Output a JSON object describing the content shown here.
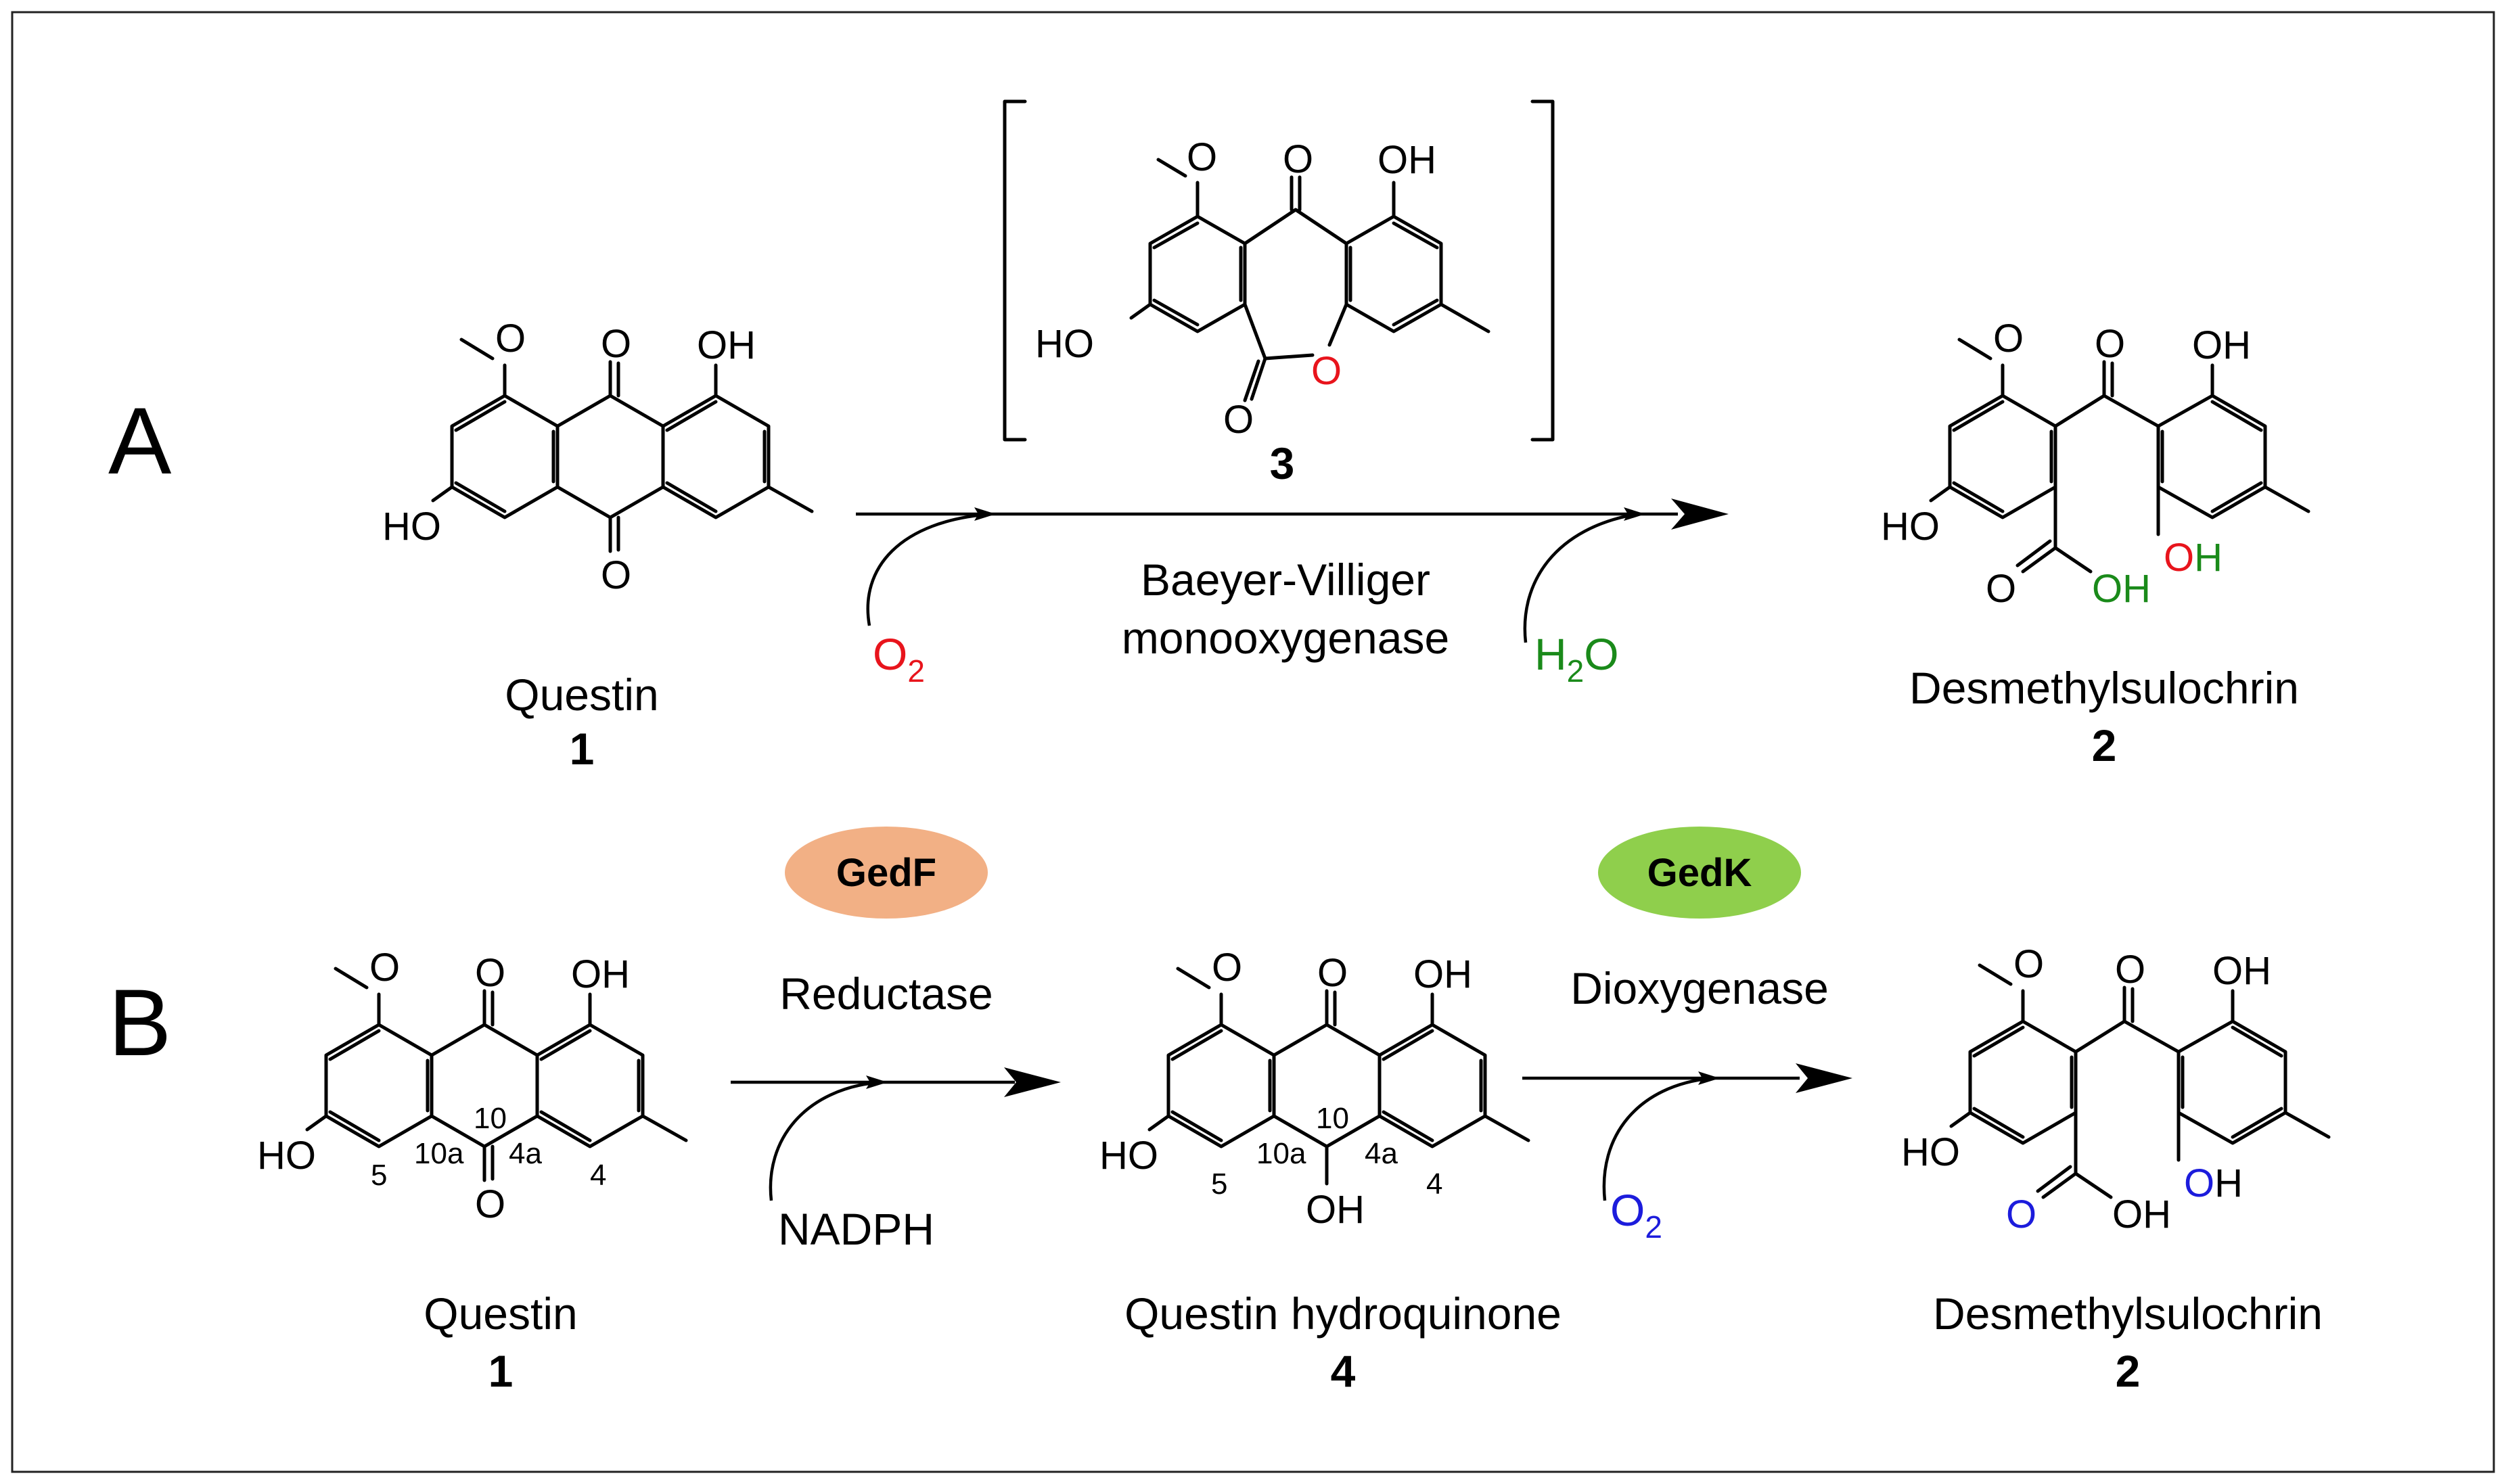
{
  "panels": {
    "a": "A",
    "b": "B"
  },
  "compounds": {
    "questin": {
      "name": "Questin",
      "number": "1"
    },
    "desmethylsulochrin": {
      "name": "Desmethylsulochrin",
      "number": "2"
    },
    "intermediate": {
      "number": "3"
    },
    "hydroquinone": {
      "name": "Questin hydroquinone",
      "number": "4"
    }
  },
  "reaction_a": {
    "enzyme_line1": "Baeyer-Villiger",
    "enzyme_line2": "monooxygenase",
    "reagent_main": "O",
    "reagent_sub": "2",
    "reagent_color": "#e8141c",
    "product_main": "H",
    "product_sub": "2",
    "product_tail": "O",
    "product_color": "#1a8a1a"
  },
  "reaction_b": {
    "enzyme1_name": "GedF",
    "enzyme1_role": "Reductase",
    "enzyme1_color": "#f2b085",
    "cofactor": "NADPH",
    "enzyme2_name": "GedK",
    "enzyme2_role": "Dioxygenase",
    "enzyme2_color": "#8fcf4c",
    "reagent_main": "O",
    "reagent_sub": "2",
    "reagent_color": "#1c1cdc"
  },
  "atoms": {
    "oxygen": "O",
    "hydroxyl": "OH",
    "hydroxyl_h": "H"
  },
  "locants": [
    "10",
    "10a",
    "4a",
    "5",
    "4"
  ]
}
